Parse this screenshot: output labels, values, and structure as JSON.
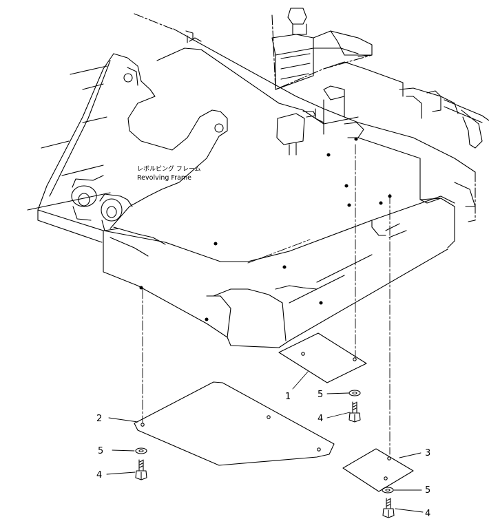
{
  "frame_label": {
    "japanese": "レボルビング フレーム",
    "english": "Revolving Frame"
  },
  "callouts": {
    "plate_1": "1",
    "plate_2": "2",
    "plate_3": "3",
    "bolt_left": "4",
    "bolt_center": "4",
    "bolt_right": "4",
    "washer_left": "5",
    "washer_center": "5",
    "washer_right": "5"
  },
  "colors": {
    "line": "#000000",
    "background": "#ffffff"
  }
}
